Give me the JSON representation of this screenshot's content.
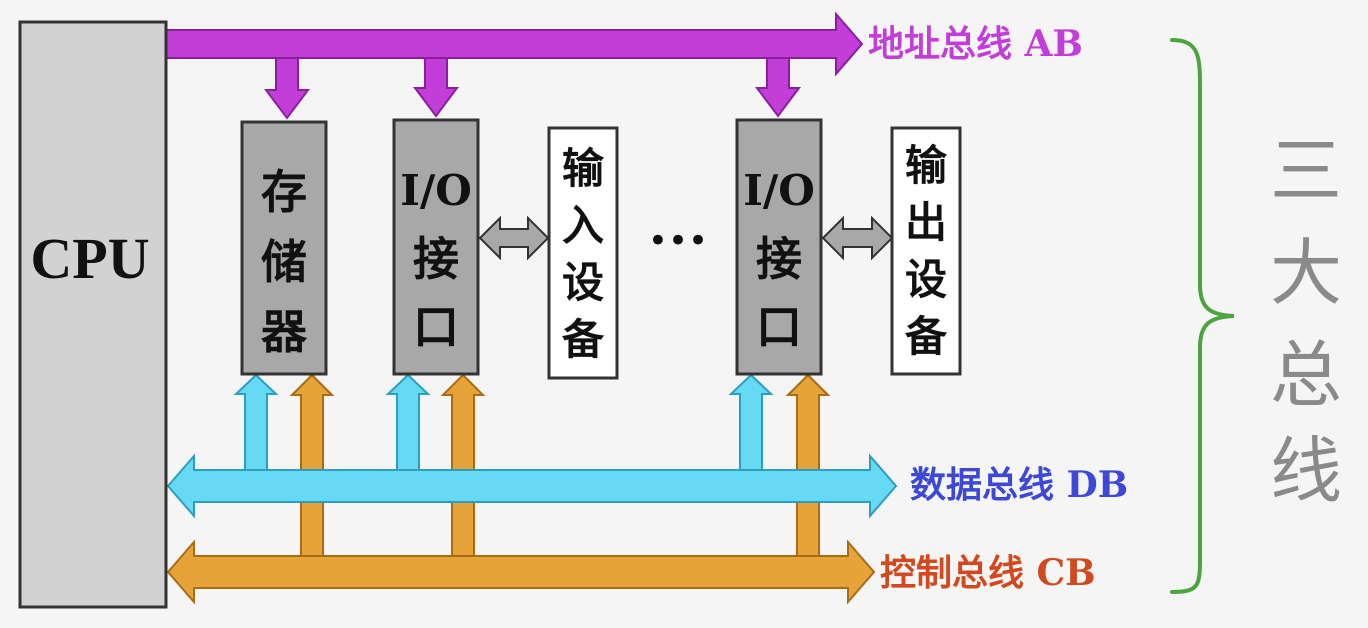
{
  "cpu": {
    "label": "CPU"
  },
  "memory": {
    "chars": [
      "存",
      "储",
      "器"
    ]
  },
  "io1": {
    "line1": "I/O",
    "chars": [
      "接",
      "口"
    ]
  },
  "input_device": {
    "chars": [
      "输",
      "入",
      "设",
      "备"
    ]
  },
  "io2": {
    "line1": "I/O",
    "chars": [
      "接",
      "口"
    ]
  },
  "output_device": {
    "chars": [
      "输",
      "出",
      "设",
      "备"
    ]
  },
  "ellipsis": "•••",
  "buses": {
    "address": {
      "label": "地址总线 AB",
      "color": "#c33ed8"
    },
    "data": {
      "label": "数据总线 DB",
      "color": "#66d9f5",
      "text_color": "#3d49d6"
    },
    "control": {
      "label": "控制总线 CB",
      "color": "#e6a33a",
      "text_color": "#d14a1f"
    }
  },
  "group": {
    "chars": [
      "三",
      "大",
      "总",
      "线"
    ],
    "brace_color": "#4aa63c"
  }
}
